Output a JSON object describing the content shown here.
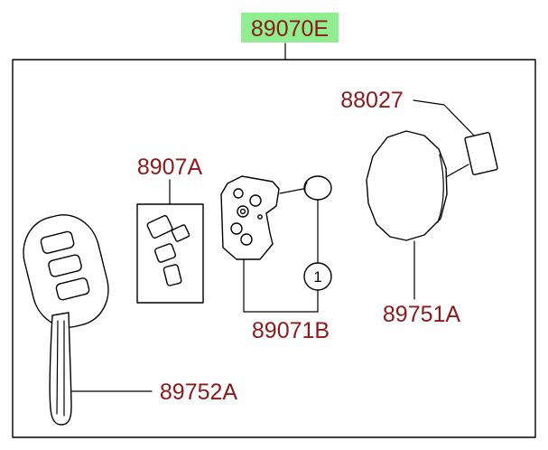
{
  "diagram": {
    "highlighted_part": "89070E",
    "callout_number": "1",
    "labels": {
      "label_8907A": "8907A",
      "label_88027": "88027",
      "label_89071B": "89071B",
      "label_89751A": "89751A",
      "label_89752A": "89752A"
    },
    "colors": {
      "label_text": "#8b1a1a",
      "highlight": "#90ee90",
      "line": "#000000",
      "background": "#ffffff"
    }
  }
}
